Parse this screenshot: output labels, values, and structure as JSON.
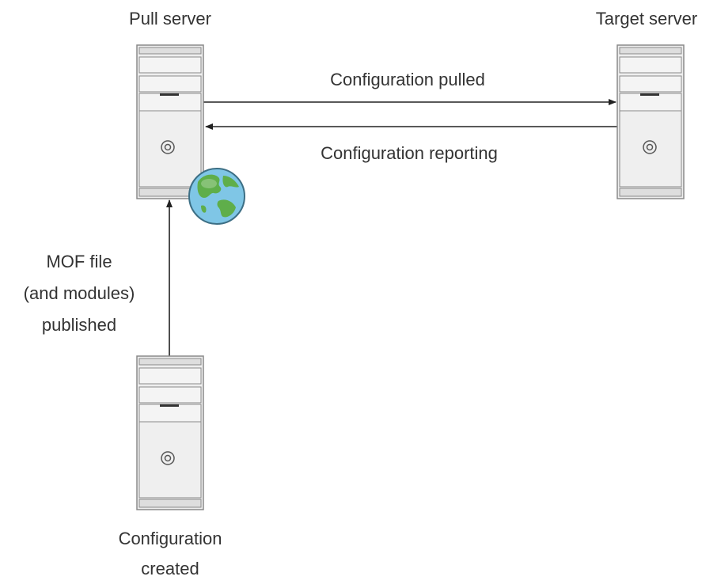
{
  "labels": {
    "pull_server": "Pull server",
    "target_server": "Target server",
    "config_pulled": "Configuration pulled",
    "config_reporting": "Configuration reporting",
    "mof_line1": "MOF file",
    "mof_line2": "(and modules)",
    "mof_line3": "published",
    "created_line1": "Configuration",
    "created_line2": "created"
  },
  "icons": {
    "server": "server-tower-icon",
    "globe": "globe-icon"
  },
  "colors": {
    "server_fill": "#eeeeee",
    "server_stroke": "#8a8a8a",
    "globe_ocean": "#7fc6e6",
    "globe_land": "#5fae4a",
    "arrow": "#222222",
    "text": "#333333"
  }
}
